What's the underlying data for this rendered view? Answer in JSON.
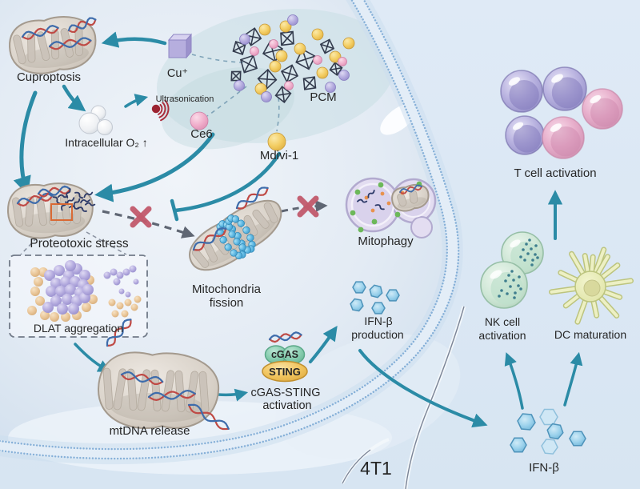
{
  "labels": {
    "cuproptosis": "Cuproptosis",
    "cu_ion": "Cu⁺",
    "pcm": "PCM",
    "ultrasonication": "Ultrasonication",
    "ce6": "Ce6",
    "mdivi1": "Mdivi-1",
    "intracellular_o2": "Intracellular O₂ ↑",
    "proteotoxic_stress": "Proteotoxic stress",
    "dlat_aggregation": "DLAT aggregation",
    "fission_line1": "Mitochondria",
    "fission_line2": "fission",
    "mitophagy": "Mitophagy",
    "mtdna_release": "mtDNA release",
    "cgas": "cGAS",
    "sting": "STING",
    "cgas_sting_line1": "cGAS-STING",
    "cgas_sting_line2": "activation",
    "ifnb_production_line1": "IFN-β",
    "ifnb_production_line2": "production",
    "t_cell_activation": "T cell activation",
    "nk_line1": "NK cell",
    "nk_line2": "activation",
    "dc_maturation": "DC maturation",
    "ifnb": "IFN-β",
    "tumor_cell": "4T1"
  },
  "colors": {
    "arrow_teal": "#2b8ba6",
    "inhibit_x_red": "#c25a6c",
    "cgas_green": "#86ccae",
    "sting_gold": "#f1c55e",
    "ifnb_hex_blue": "#9cd2ec",
    "membrane_blue": "#86b0d8",
    "background": "#dce9f5",
    "tumor_label": "#474c78"
  }
}
